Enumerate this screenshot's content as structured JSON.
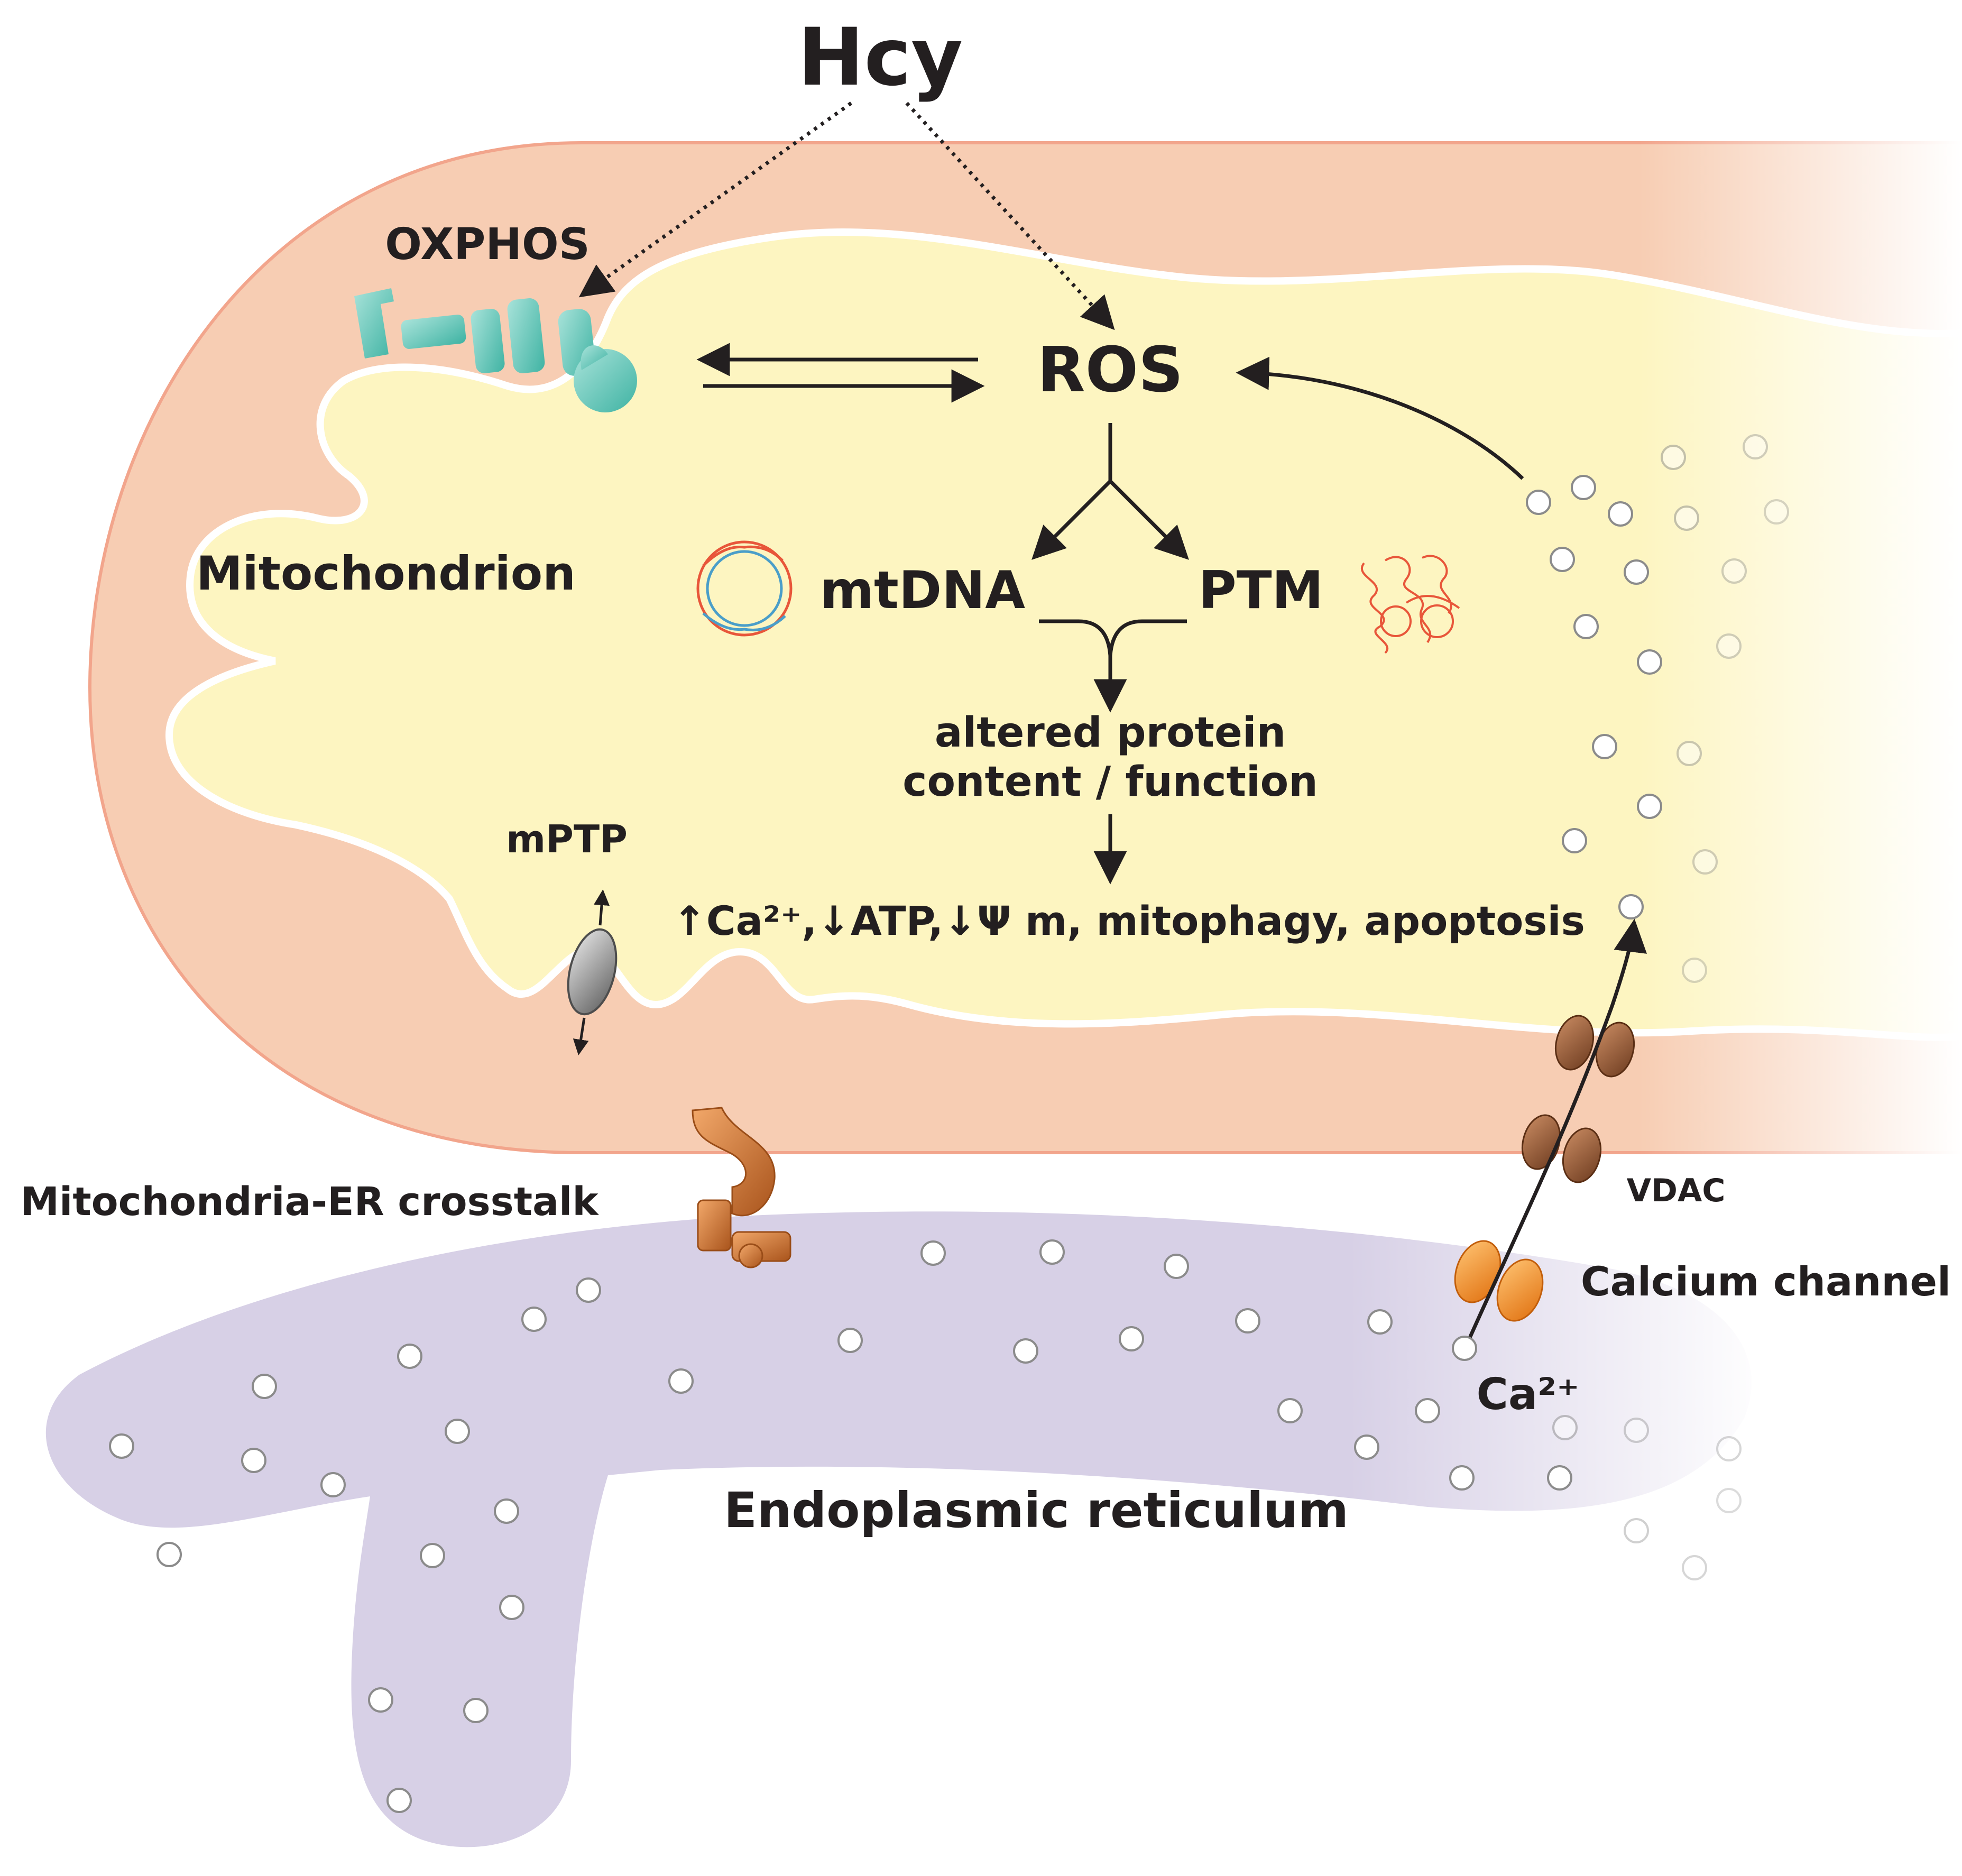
{
  "labels": {
    "hcy": "Hcy",
    "oxphos": "OXPHOS",
    "ros": "ROS",
    "mitochondrion": "Mitochondrion",
    "mtdna": "mtDNA",
    "ptm": "PTM",
    "altered_line1": "altered protein",
    "altered_line2": "content / function",
    "mptp": "mPTP",
    "outcomes": "↑Ca²⁺,↓ATP,↓Ψ m, mitophagy, apoptosis",
    "crosstalk": "Mitochondria-ER crosstalk",
    "vdac": "VDAC",
    "calcium_channel": "Calcium channel",
    "ca": "Ca²⁺",
    "er": "Endoplasmic reticulum"
  },
  "colors": {
    "outer_membrane": "#f7cdb3",
    "outer_stroke": "#f2a58c",
    "matrix": "#fdf5c1",
    "er": "#d7d0e6",
    "oxphos": "#59c3b4",
    "vdac": "#8d5535",
    "calcium_channel": "#ef8a1f",
    "tether": "#d9793a",
    "mptp": "#9e9e9e",
    "arrow": "#231f20"
  },
  "icons": [
    "oxphos-complex-icon",
    "mtdna-circle-icon",
    "protein-coil-icon",
    "mptp-pore-icon",
    "vdac-channel-icon",
    "calcium-channel-icon",
    "er-mito-tether-icon"
  ]
}
